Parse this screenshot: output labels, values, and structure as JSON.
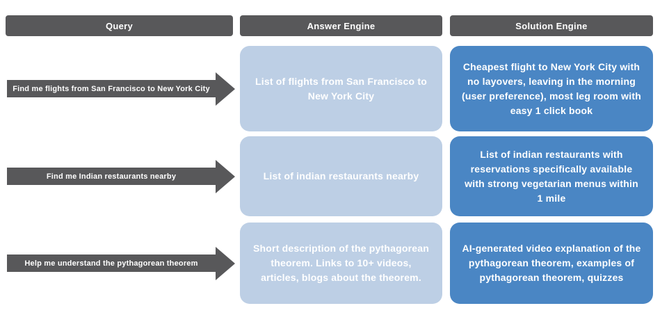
{
  "colors": {
    "header_bg": "#58585a",
    "arrow_bg": "#58585a",
    "answer_bg": "#bdcfe5",
    "solution_bg": "#4a86c4",
    "text": "#ffffff"
  },
  "headers": {
    "query": "Query",
    "answer": "Answer Engine",
    "solution": "Solution Engine"
  },
  "rows": [
    {
      "query": "Find me flights from San Francisco to New York City",
      "answer": "List of flights from San Francisco to New York City",
      "solution": "Cheapest flight to New York City with no layovers, leaving in the morning (user preference), most leg room with easy 1 click book"
    },
    {
      "query": "Find me Indian restaurants nearby",
      "answer": "List of indian restaurants nearby",
      "solution": "List of indian restaurants with reservations specifically available with strong vegetarian menus within 1 mile"
    },
    {
      "query": "Help me understand the pythagorean theorem",
      "answer": "Short description of the pythagorean theorem. Links to 10+ videos, articles, blogs about the theorem.",
      "solution": "AI-generated video explanation of the pythagorean theorem, examples of pythagorean theorem, quizzes"
    }
  ]
}
